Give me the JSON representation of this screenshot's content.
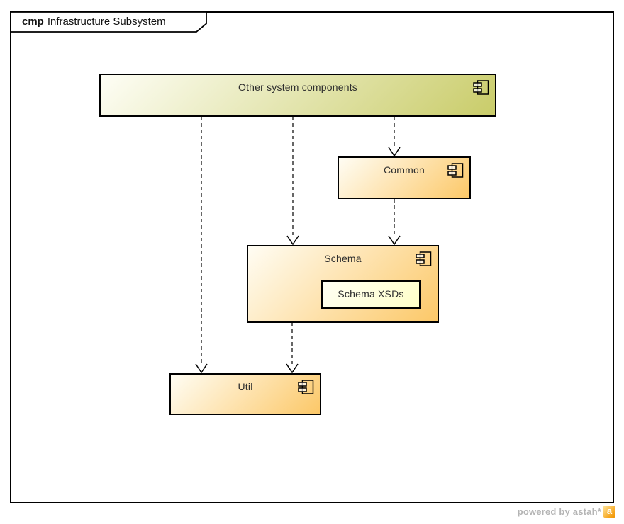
{
  "frame": {
    "keyword": "cmp",
    "title": "Infrastructure Subsystem"
  },
  "components": {
    "other": {
      "label": "Other system components"
    },
    "common": {
      "label": "Common"
    },
    "schema": {
      "label": "Schema"
    },
    "schema_xsds": {
      "label": "Schema XSDs"
    },
    "util": {
      "label": "Util"
    }
  },
  "dependencies": [
    {
      "from": "Other system components",
      "to": "Util",
      "style": "dashed-arrow"
    },
    {
      "from": "Other system components",
      "to": "Schema",
      "style": "dashed-arrow"
    },
    {
      "from": "Other system components",
      "to": "Common",
      "style": "dashed-arrow"
    },
    {
      "from": "Common",
      "to": "Schema",
      "style": "dashed-arrow"
    },
    {
      "from": "Schema",
      "to": "Util",
      "style": "dashed-arrow"
    }
  ],
  "colors": {
    "olive": "#c9cc69",
    "orange": "#fcc868",
    "pale_yellow": "#ffffc8",
    "border": "#000000",
    "credit_text": "#b4b4b4"
  },
  "footer": {
    "credit": "powered by astah*",
    "logo_letter": "a"
  }
}
